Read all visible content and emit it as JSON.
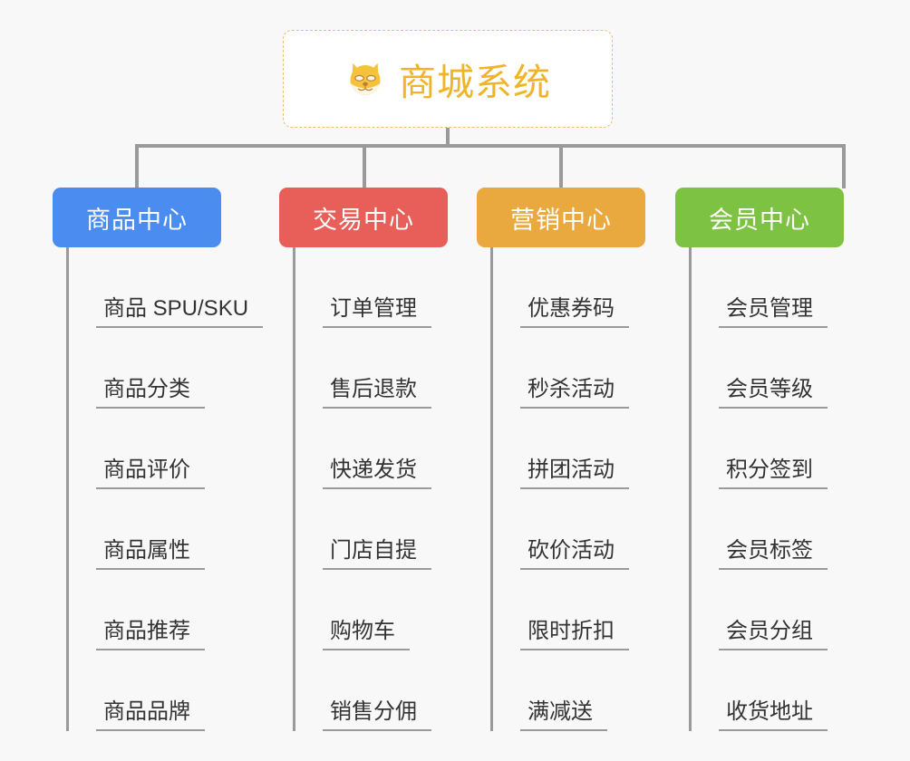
{
  "page": {
    "background_color": "#f8f8f8",
    "line_color": "#9a9a9a"
  },
  "root": {
    "title": "商城系统",
    "icon": "shiba-dog-face-emoji",
    "text_color": "#f0b429",
    "border_color": "#e9bc72",
    "background_color": "#ffffff"
  },
  "columns": [
    {
      "label": "商品中心",
      "color": "#4a8cf0",
      "items": [
        "商品 SPU/SKU",
        "商品分类",
        "商品评价",
        "商品属性",
        "商品推荐",
        "商品品牌"
      ]
    },
    {
      "label": "交易中心",
      "color": "#e75f58",
      "items": [
        "订单管理",
        "售后退款",
        "快递发货",
        "门店自提",
        "购物车",
        "销售分佣"
      ]
    },
    {
      "label": "营销中心",
      "color": "#eaa93f",
      "items": [
        "优惠券码",
        "秒杀活动",
        "拼团活动",
        "砍价活动",
        "限时折扣",
        "满减送"
      ]
    },
    {
      "label": "会员中心",
      "color": "#7dc242",
      "items": [
        "会员管理",
        "会员等级",
        "积分签到",
        "会员标签",
        "会员分组",
        "收货地址"
      ]
    }
  ]
}
